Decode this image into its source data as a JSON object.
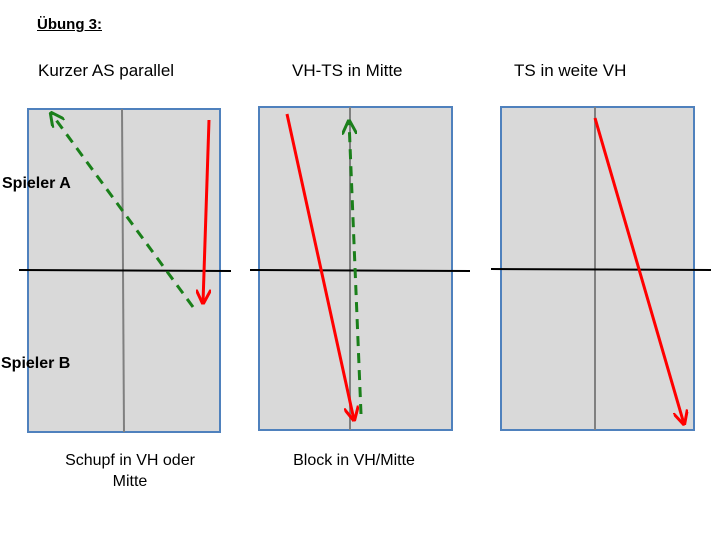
{
  "title": "Übung 3:",
  "players": {
    "a": "Spieler A",
    "b": "Spieler B"
  },
  "tables": [
    {
      "heading": "Kurzer AS parallel",
      "caption": "Schupf in VH oder Mitte"
    },
    {
      "heading": "VH-TS in Mitte",
      "caption": "Block in VH/Mitte"
    },
    {
      "heading": "TS in weite VH",
      "caption": ""
    }
  ],
  "colors": {
    "table_fill": "#d9d9d9",
    "table_border": "#4f81bd",
    "center_line": "#808080",
    "net": "#000000",
    "arrow_red": "#ff0000",
    "arrow_green": "#1a7f1a"
  }
}
